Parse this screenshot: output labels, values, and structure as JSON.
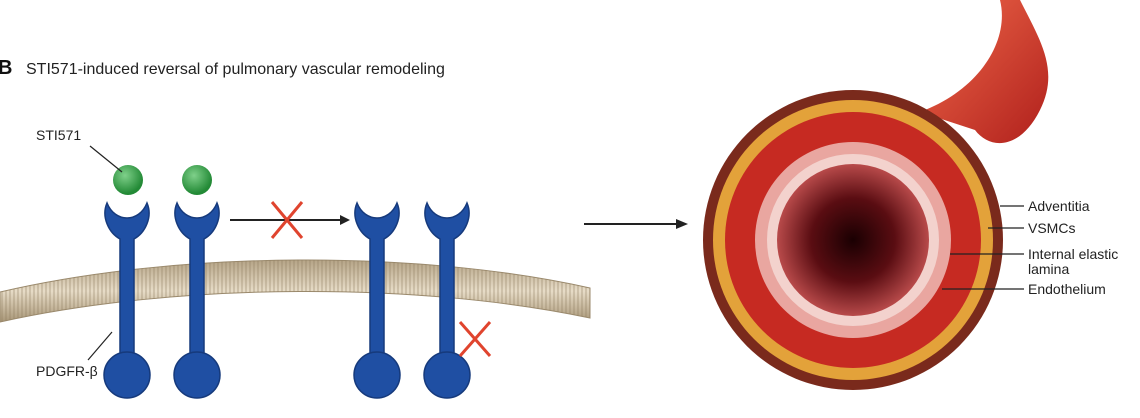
{
  "figure": {
    "panel_letter": "B",
    "title": "STI571-induced reversal of pulmonary vascular remodeling"
  },
  "labels": {
    "drug": "STI571",
    "receptor": "PDGFR-β"
  },
  "vessel_layers": {
    "adventitia": "Adventitia",
    "vsmcs": "VSMCs",
    "iel_line1": "Internal elastic",
    "iel_line2": "lamina",
    "endothelium": "Endothelium"
  },
  "colors": {
    "receptor_blue": "#1f4fa3",
    "drug_green": "#3aa04c",
    "inhibition_red": "#e0442e",
    "adventitia": "#7a2a1c",
    "vsmc": "#e3a23a",
    "media": "#c62a22",
    "lumen_dark": "#3a0508"
  }
}
